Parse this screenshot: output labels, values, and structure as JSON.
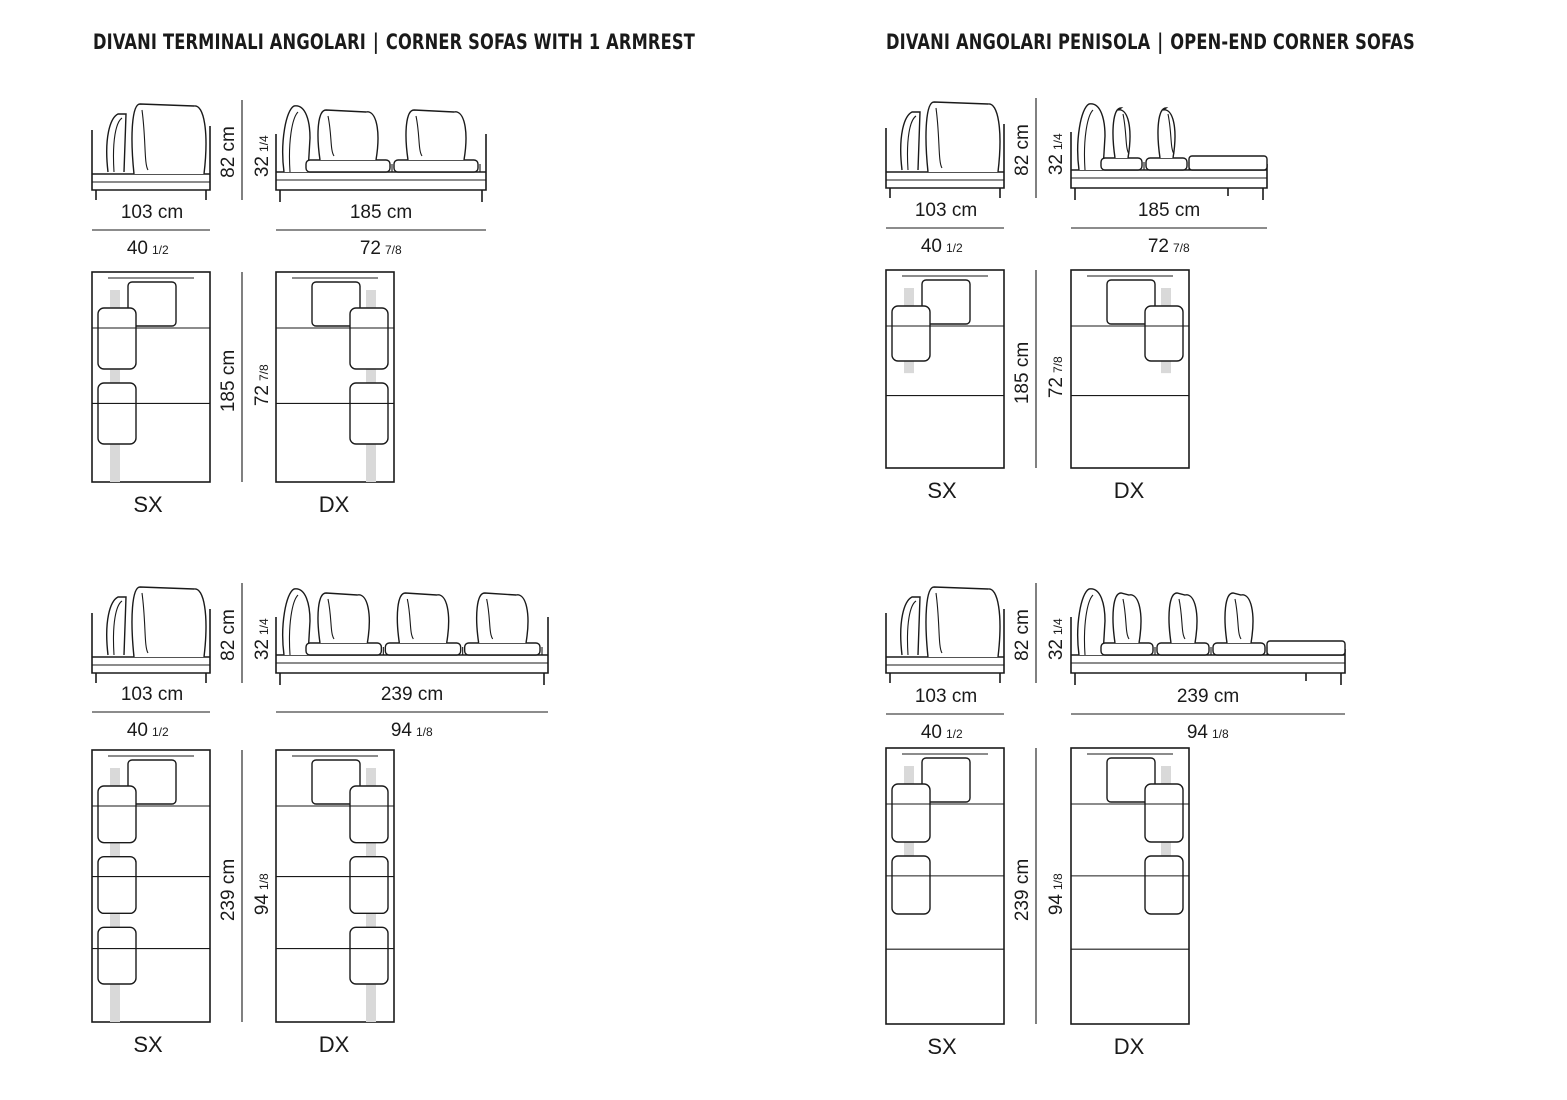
{
  "sections": [
    {
      "title_it": "DIVANI TERMINALI ANGOLARI",
      "title_en": "CORNER SOFAS WITH 1 ARMREST",
      "rows": [
        {
          "depth_cm": "103 cm",
          "depth_in_whole": "40",
          "depth_in_frac": "1/2",
          "height_cm": "82 cm",
          "height_in_whole": "32",
          "height_in_frac": "1/4",
          "length_cm": "185 cm",
          "length_in_whole": "72",
          "length_in_frac": "7/8",
          "plan_cm": "185 cm",
          "plan_in_whole": "72",
          "plan_in_frac": "7/8",
          "left_label": "SX",
          "right_label": "DX"
        },
        {
          "depth_cm": "103 cm",
          "depth_in_whole": "40",
          "depth_in_frac": "1/2",
          "height_cm": "82 cm",
          "height_in_whole": "32",
          "height_in_frac": "1/4",
          "length_cm": "239 cm",
          "length_in_whole": "94",
          "length_in_frac": "1/8",
          "plan_cm": "239 cm",
          "plan_in_whole": "94",
          "plan_in_frac": "1/8",
          "left_label": "SX",
          "right_label": "DX"
        }
      ]
    },
    {
      "title_it": "DIVANI ANGOLARI PENISOLA",
      "title_en": "OPEN-END CORNER SOFAS",
      "rows": [
        {
          "depth_cm": "103 cm",
          "depth_in_whole": "40",
          "depth_in_frac": "1/2",
          "height_cm": "82 cm",
          "height_in_whole": "32",
          "height_in_frac": "1/4",
          "length_cm": "185 cm",
          "length_in_whole": "72",
          "length_in_frac": "7/8",
          "plan_cm": "185 cm",
          "plan_in_whole": "72",
          "plan_in_frac": "7/8",
          "left_label": "SX",
          "right_label": "DX"
        },
        {
          "depth_cm": "103 cm",
          "depth_in_whole": "40",
          "depth_in_frac": "1/2",
          "height_cm": "82 cm",
          "height_in_whole": "32",
          "height_in_frac": "1/4",
          "length_cm": "239 cm",
          "length_in_whole": "94",
          "length_in_frac": "1/8",
          "plan_cm": "239 cm",
          "plan_in_whole": "94",
          "plan_in_frac": "1/8",
          "left_label": "SX",
          "right_label": "DX"
        }
      ]
    }
  ]
}
